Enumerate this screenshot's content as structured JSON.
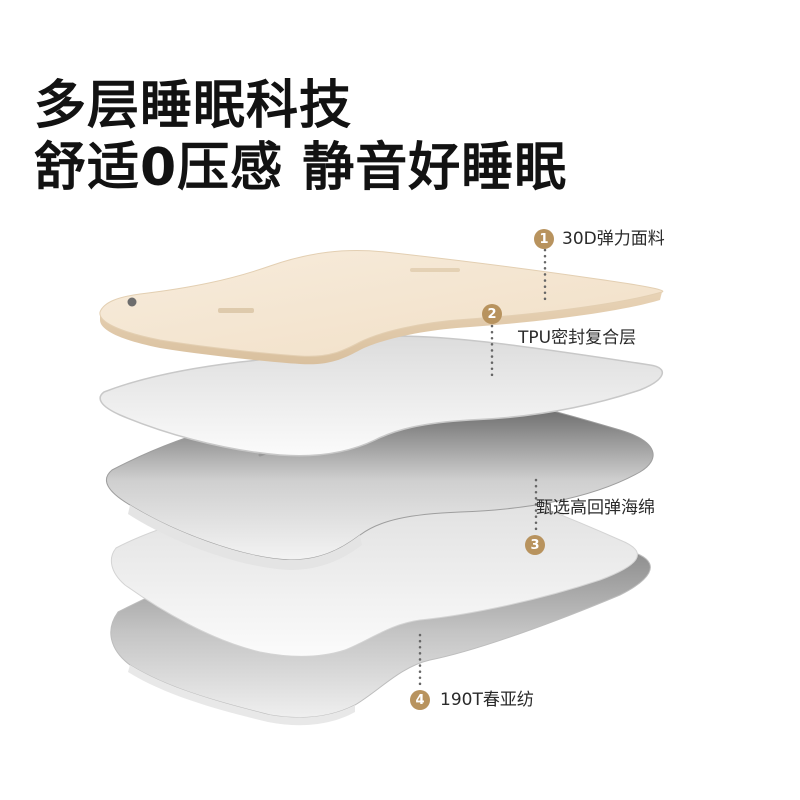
{
  "headline": {
    "line1": "多层睡眠科技",
    "line2": "舒适0压感 静音好睡眠"
  },
  "layers": [
    {
      "number": "1",
      "label": "30D弹力面料"
    },
    {
      "number": "2",
      "label": "TPU密封复合层"
    },
    {
      "number": "3",
      "label": "甄选高回弹海绵"
    },
    {
      "number": "4",
      "label": "190T春亚纺"
    }
  ],
  "colors": {
    "badge": "#b8935e",
    "top_fabric": "#f4e6d2",
    "dotted_line": "#666666"
  },
  "icons": {
    "layer_badge": "numbered-circle-icon"
  }
}
